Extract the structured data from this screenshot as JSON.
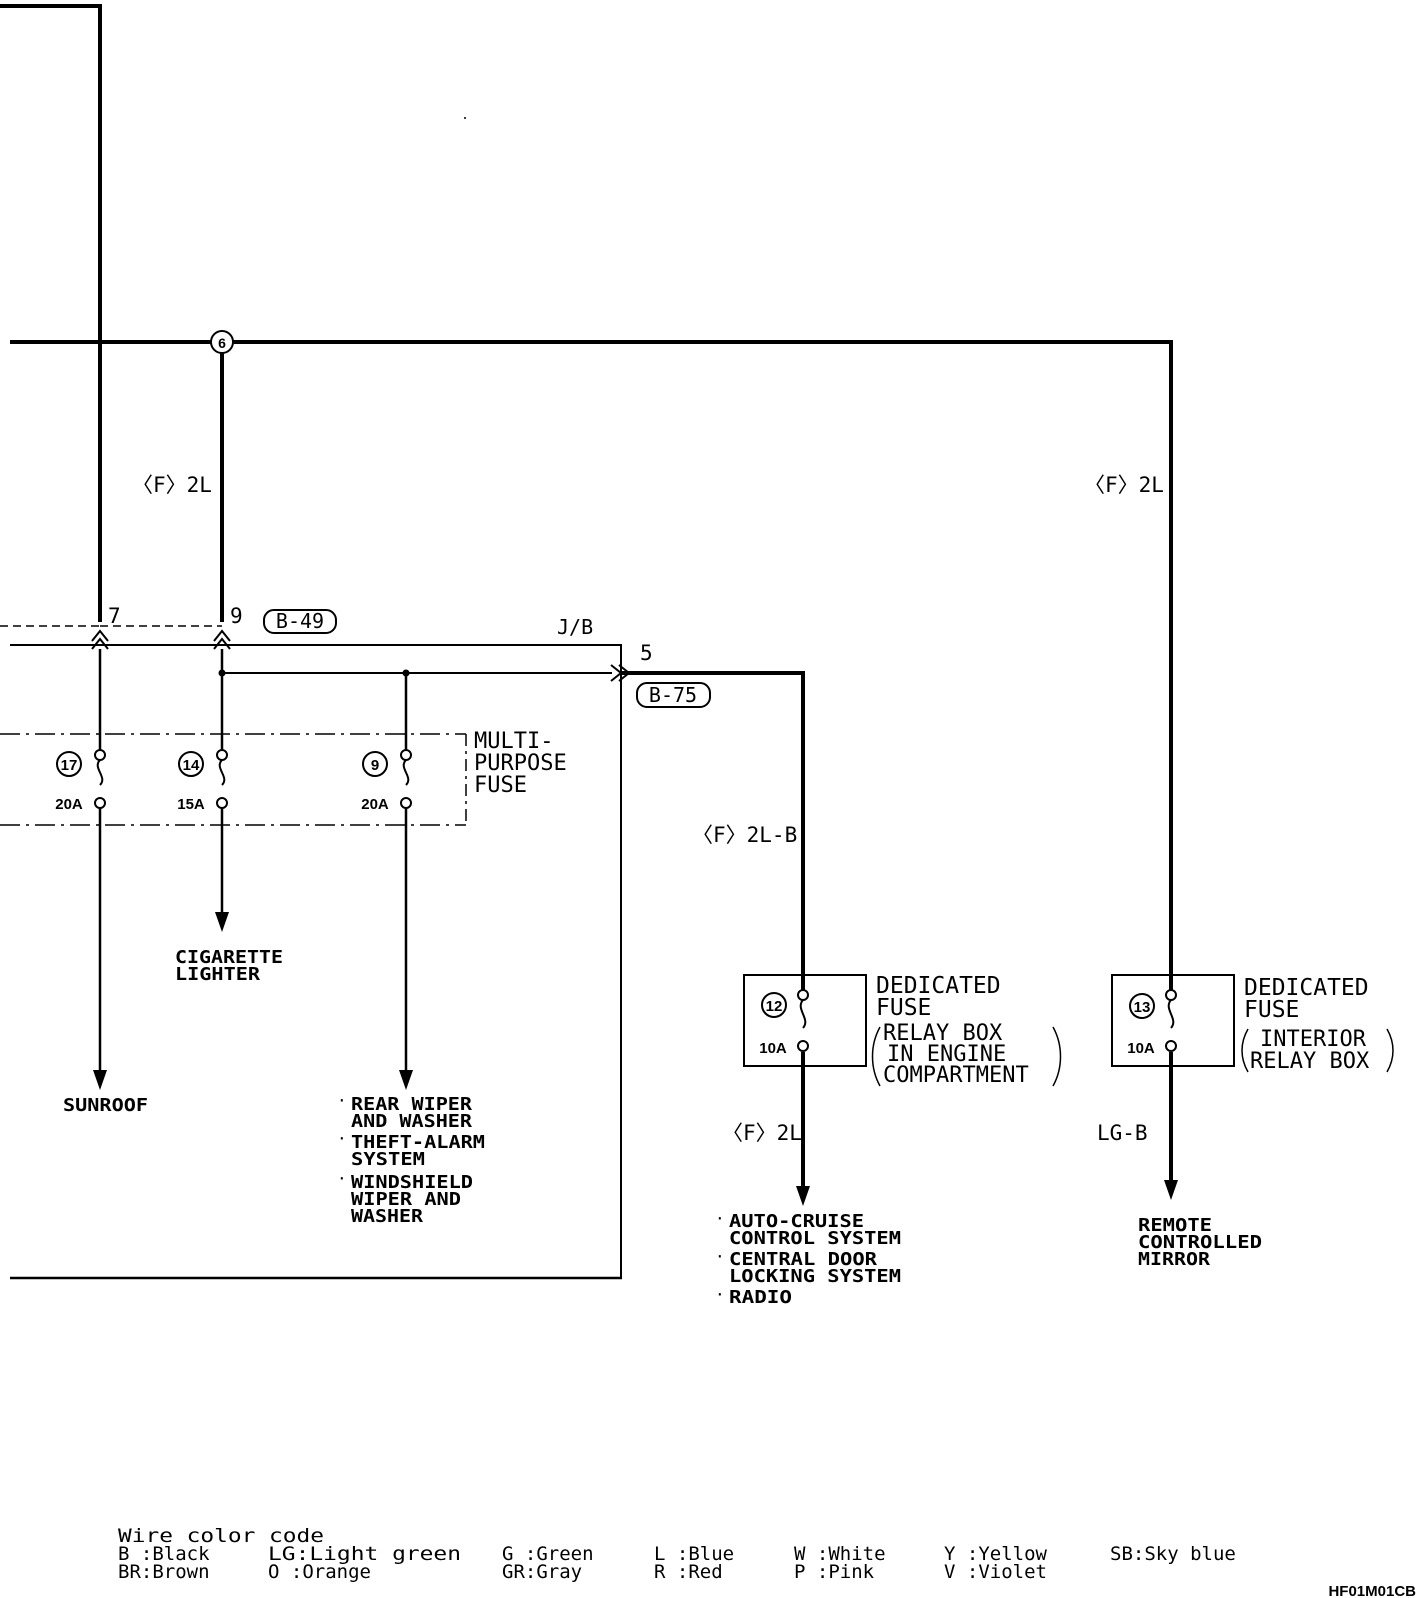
{
  "wire_labels": {
    "top_left": "〈F〉2L",
    "top_right": "〈F〉2L",
    "mid": "〈F〉2L-B",
    "after_fuse12": "〈F〉2L",
    "after_fuse13": "LG-B"
  },
  "splice": "6",
  "pins": {
    "p7": "7",
    "p9": "9",
    "p5": "5"
  },
  "connectors": {
    "b49": "B-49",
    "b75": "B-75"
  },
  "jb_label": "J/B",
  "multi_fuse": {
    "title": [
      "MULTI-",
      "PURPOSE",
      "FUSE"
    ],
    "fuses": [
      {
        "num": "17",
        "amp": "20A"
      },
      {
        "num": "14",
        "amp": "15A"
      },
      {
        "num": "9",
        "amp": "20A"
      }
    ]
  },
  "dedicated_fuses": [
    {
      "num": "12",
      "amp": "10A",
      "title": [
        "DEDICATED",
        "FUSE"
      ],
      "location": [
        "RELAY BOX",
        "IN ENGINE",
        "COMPARTMENT"
      ]
    },
    {
      "num": "13",
      "amp": "10A",
      "title": [
        "DEDICATED",
        "FUSE"
      ],
      "location": [
        "INTERIOR",
        "RELAY BOX"
      ]
    }
  ],
  "destinations": {
    "cigarette": [
      "CIGARETTE",
      "LIGHTER"
    ],
    "sunroof": "SUNROOF",
    "rear_group": [
      [
        "REAR WIPER",
        "AND WASHER"
      ],
      [
        "THEFT-ALARM",
        "SYSTEM"
      ],
      [
        "WINDSHIELD",
        "WIPER AND",
        "WASHER"
      ]
    ],
    "cruise_group": [
      [
        "AUTO-CRUISE",
        "CONTROL SYSTEM"
      ],
      [
        "CENTRAL DOOR",
        "LOCKING SYSTEM"
      ],
      [
        "RADIO"
      ]
    ],
    "mirror": [
      "REMOTE",
      "CONTROLLED",
      "MIRROR"
    ]
  },
  "legend": {
    "title": "Wire color code",
    "columns": [
      [
        "B :Black",
        "BR:Brown"
      ],
      [
        "LG:Light green",
        "O :Orange"
      ],
      [
        "G :Green",
        "GR:Gray"
      ],
      [
        "L :Blue",
        "R :Red"
      ],
      [
        "W :White",
        "P :Pink"
      ],
      [
        "Y :Yellow",
        "V :Violet"
      ],
      [
        "SB:Sky blue"
      ]
    ]
  },
  "figure_id": "HF01M01CB"
}
